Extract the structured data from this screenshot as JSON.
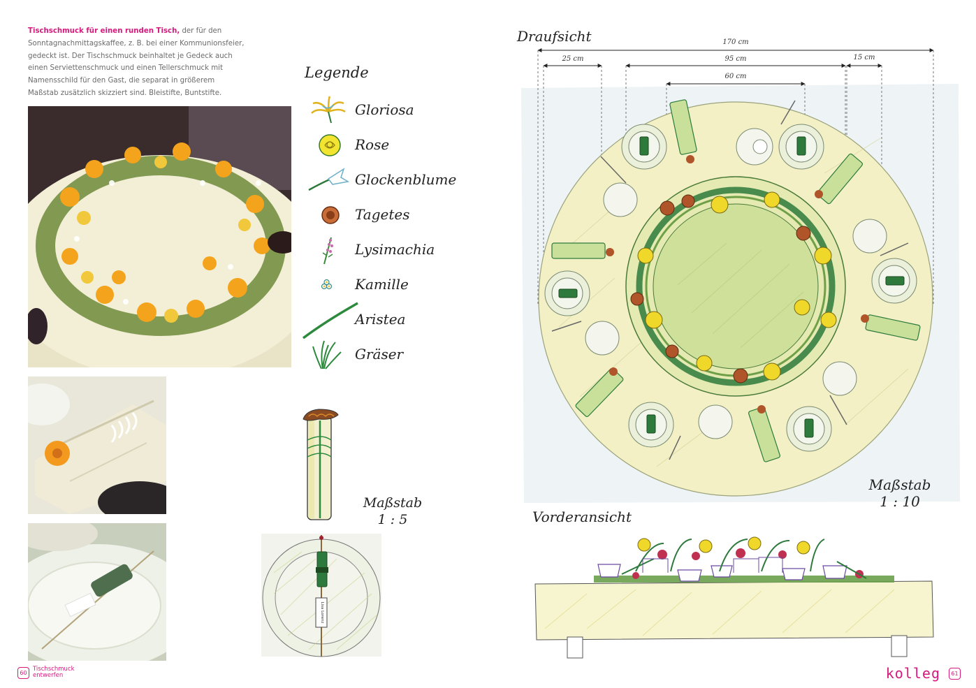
{
  "intro": {
    "highlight": "Tischschmuck für einen runden Tisch,",
    "text": " der für den Sonntagnachmittagskaffee, z. B. bei einer Kommunionsfeier, gedeckt ist. Der Tischschmuck beinhaltet je Gedeck auch einen Serviettenschmuck und einen Tellerschmuck mit Namensschild für den Gast, die separat in größerem Maßstab zusätzlich skizziert sind. Bleistifte, Buntstifte."
  },
  "legend": {
    "title": "Legende",
    "items": [
      {
        "label": "Gloriosa",
        "icon": "gloriosa-icon"
      },
      {
        "label": "Rose",
        "icon": "rose-icon"
      },
      {
        "label": "Glockenblume",
        "icon": "glockenblume-icon"
      },
      {
        "label": "Tagetes",
        "icon": "tagetes-icon"
      },
      {
        "label": "Lysimachia",
        "icon": "lysimachia-icon"
      },
      {
        "label": "Kamille",
        "icon": "kamille-icon"
      },
      {
        "label": "Aristea",
        "icon": "aristea-icon"
      },
      {
        "label": "Gräser",
        "icon": "graeser-icon"
      }
    ]
  },
  "scale_small": {
    "line1": "Maßstab",
    "line2": "1 : 5"
  },
  "top_view": {
    "title": "Draufsicht",
    "dims": [
      "170 cm",
      "25 cm",
      "95 cm",
      "15 cm",
      "60 cm"
    ],
    "scale_line1": "Maßstab",
    "scale_line2": "1 : 10"
  },
  "front_view": {
    "title": "Vorderansicht"
  },
  "nameplate": "Lisa Lorenz",
  "footer": {
    "left_page": "60",
    "section_line1": "Tischschmuck",
    "section_line2": "entwerfen",
    "brand": "kolleg",
    "right_page": "61"
  },
  "colors": {
    "accent": "#d6197d",
    "table": "#f2efbf",
    "green": "#2f7a3a",
    "rose": "#f2d32a",
    "tagetes": "#b0552a"
  }
}
